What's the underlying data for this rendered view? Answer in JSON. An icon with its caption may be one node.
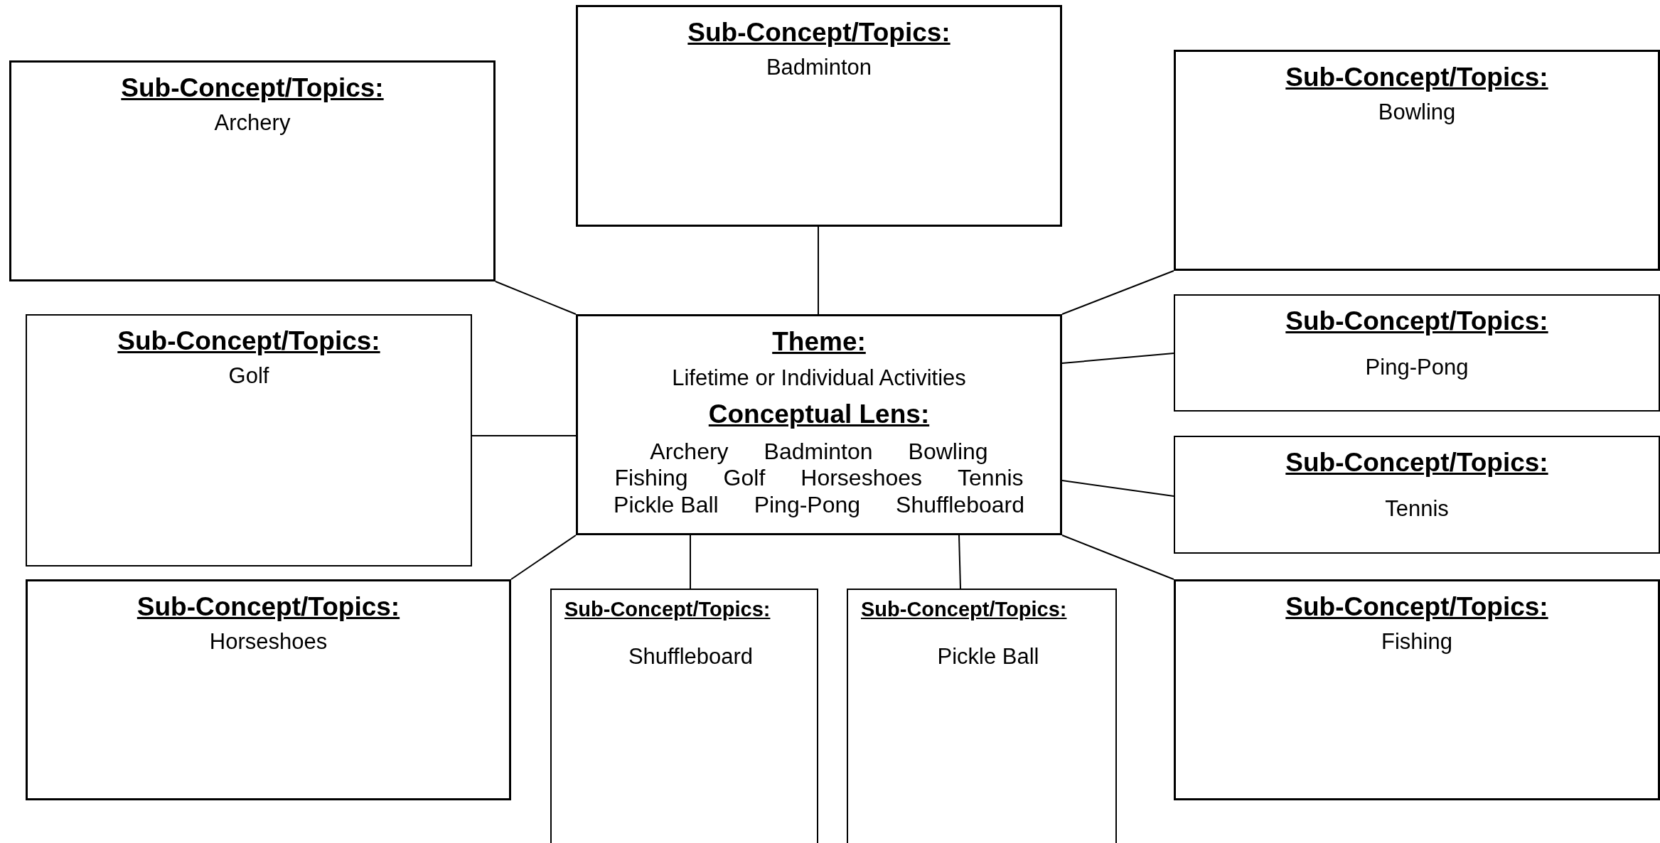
{
  "diagram": {
    "nodes": [
      {
        "text": [
          "Sub-Concept/Topics:",
          "Badminton"
        ]
      },
      {
        "text": [
          "Sub-Concept/Topics:",
          "Archery"
        ]
      },
      {
        "text": [
          "Sub-Concept/Topics:",
          "Bowling"
        ]
      },
      {
        "text": [
          "Sub-Concept/Topics:",
          "Golf"
        ]
      },
      {
        "text": [
          "Theme:",
          "Lifetime or Individual Activities",
          "Conceptual Lens:",
          "Archery",
          "Badminton",
          "Bowling",
          "Fishing",
          "Golf",
          "Horseshoes",
          "Tennis",
          "Pickle Ball",
          "Ping-Pong",
          "Shuffleboard"
        ]
      },
      {
        "text": [
          "Sub-Concept/Topics:",
          "Ping-Pong"
        ]
      },
      {
        "text": [
          "Sub-Concept/Topics:",
          "Tennis"
        ]
      },
      {
        "text": [
          "Sub-Concept/Topics:",
          "Horseshoes"
        ]
      },
      {
        "text": [
          "Sub-Concept/Topics:",
          "Shuffleboard"
        ]
      },
      {
        "text": [
          "Sub-Concept/Topics:",
          "Pickle Ball"
        ]
      },
      {
        "text": [
          "Sub-Concept/Topics:",
          "Fishing"
        ]
      }
    ],
    "edges": [
      {
        "from": 4,
        "to": 0,
        "arrow": "none"
      },
      {
        "from": 4,
        "to": 1,
        "arrow": "none"
      },
      {
        "from": 4,
        "to": 2,
        "arrow": "none"
      },
      {
        "from": 4,
        "to": 3,
        "arrow": "none"
      },
      {
        "from": 4,
        "to": 5,
        "arrow": "none"
      },
      {
        "from": 4,
        "to": 6,
        "arrow": "none"
      },
      {
        "from": 4,
        "to": 7,
        "arrow": "none"
      },
      {
        "from": 4,
        "to": 8,
        "arrow": "none"
      },
      {
        "from": 4,
        "to": 9,
        "arrow": "none"
      },
      {
        "from": 4,
        "to": 10,
        "arrow": "none"
      }
    ]
  }
}
